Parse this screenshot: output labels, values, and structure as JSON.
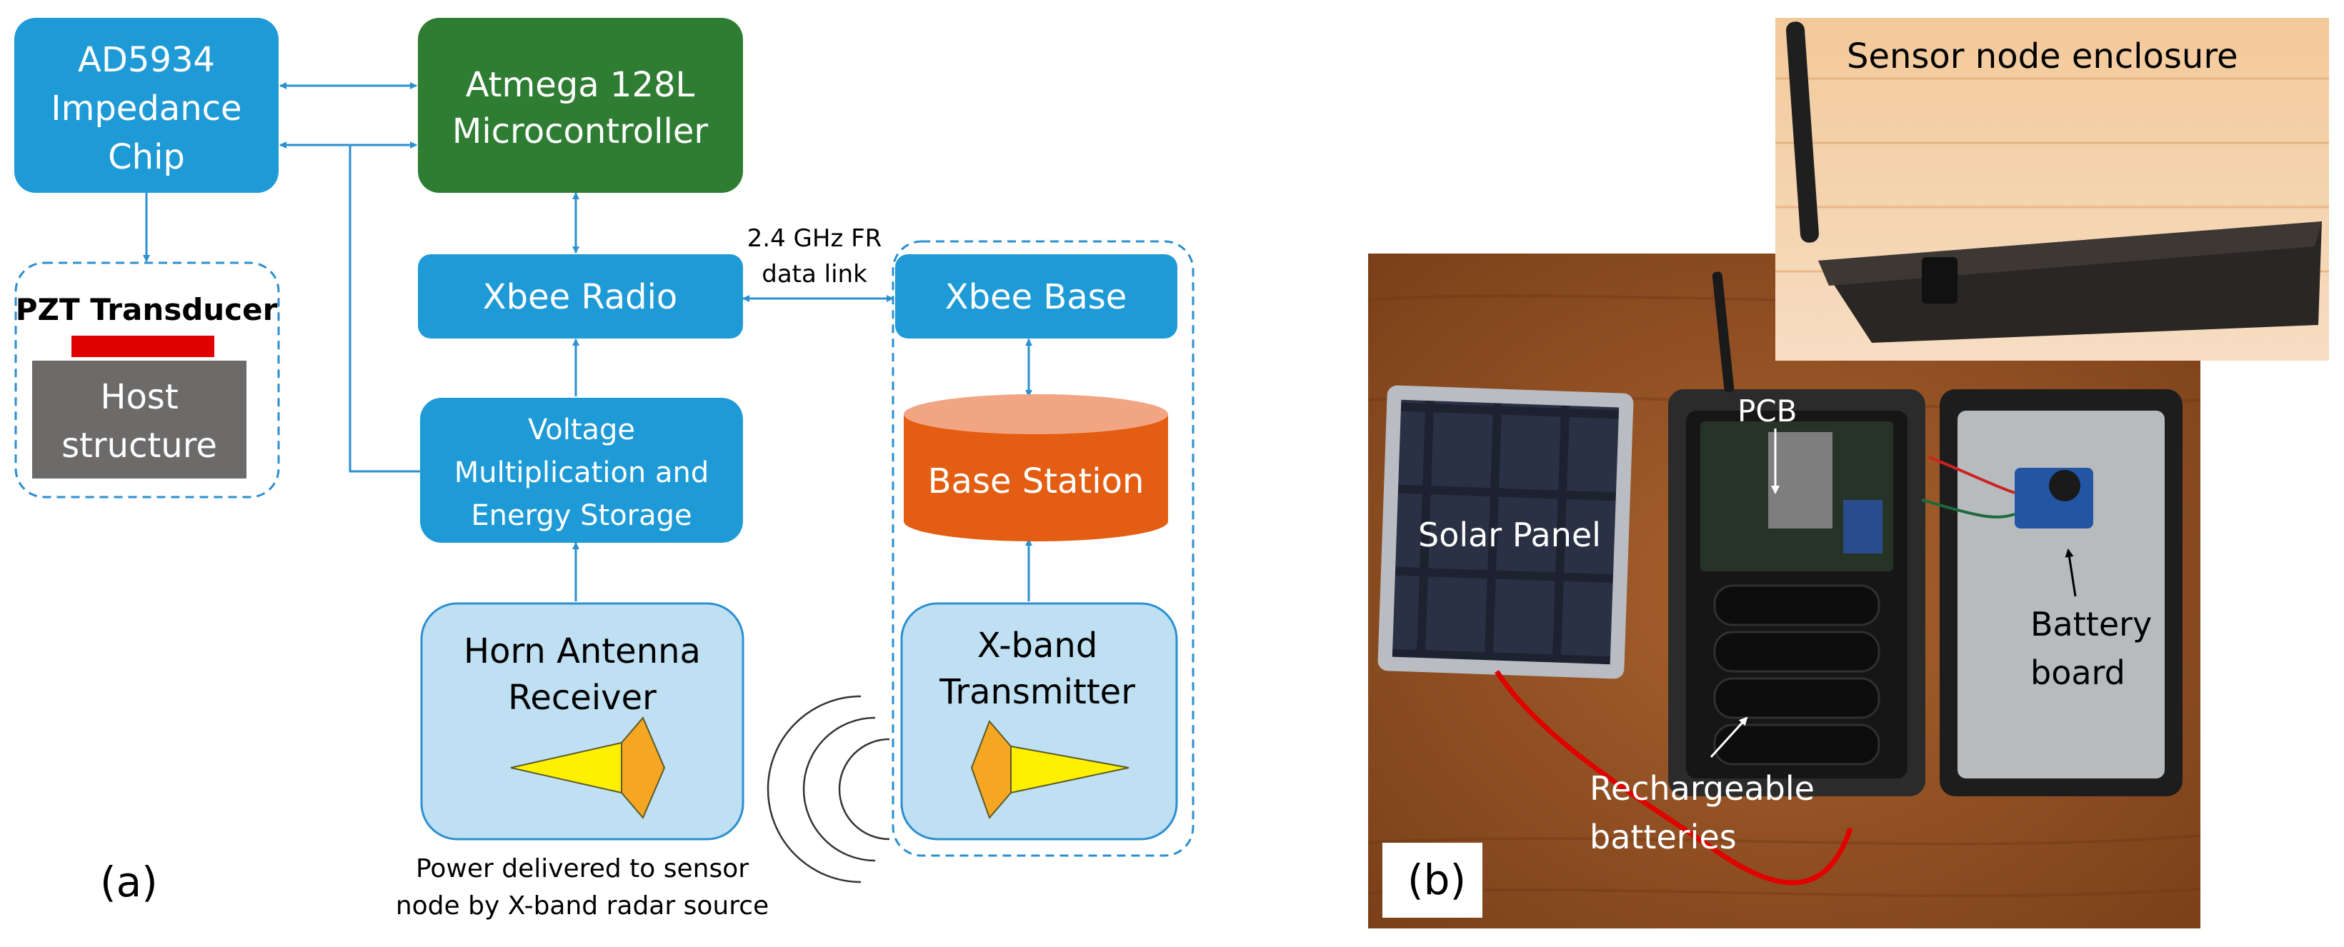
{
  "panel_a": {
    "panel_label": "(a)",
    "ad5934": [
      "AD5934",
      "Impedance",
      "Chip"
    ],
    "atmega": [
      "Atmega 128L",
      "Microcontroller"
    ],
    "pzt_title": "PZT Transducer",
    "host": [
      "Host",
      "structure"
    ],
    "xbee_radio": "Xbee Radio",
    "xbee_base": "Xbee Base",
    "link": [
      "2.4 GHz FR",
      "data link"
    ],
    "voltage": [
      "Voltage",
      "Multiplication and",
      "Energy Storage"
    ],
    "base_station": "Base Station",
    "horn": [
      "Horn Antenna",
      "Receiver"
    ],
    "xband": [
      "X-band",
      "Transmitter"
    ],
    "power_note": [
      "Power delivered to sensor",
      "node by X-band radar source"
    ]
  },
  "panel_b": {
    "panel_label": "(b)",
    "enclosure": "Sensor node enclosure",
    "pcb": "PCB",
    "solar": "Solar Panel",
    "battery_board": [
      "Battery",
      "board"
    ],
    "rechargeable": [
      "Rechargeable",
      "batteries"
    ]
  },
  "colors": {
    "blue_box": "#1e9ad6",
    "green_box": "#2e7d32",
    "light_blue": "#bfe0f3",
    "orange": "#e35d12",
    "yellow": "#ffef00",
    "gold": "#f5a623",
    "red_bar": "#e00000",
    "gray_host": "#6d6a6a",
    "arrow": "#2b8fd0"
  }
}
